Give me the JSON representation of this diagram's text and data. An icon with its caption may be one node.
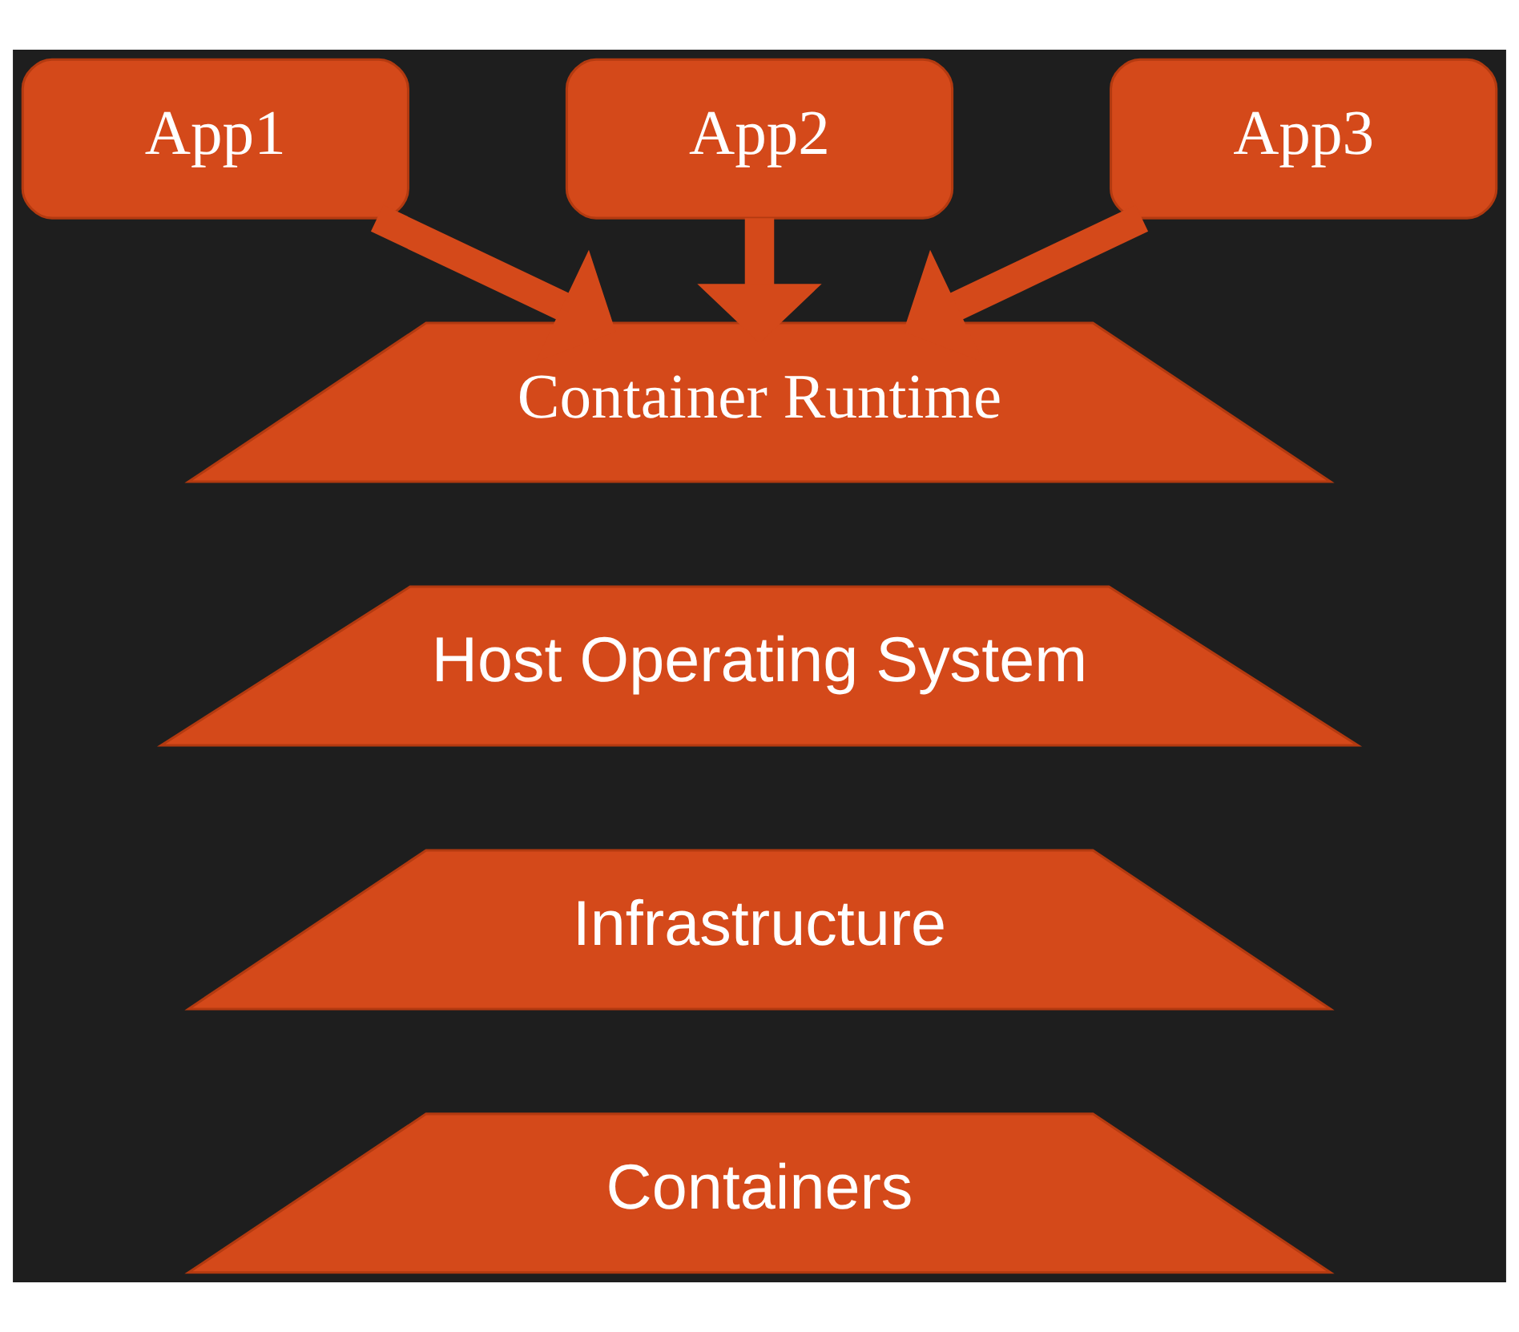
{
  "diagram": {
    "nodes": [
      {
        "text": [
          "App1"
        ]
      },
      {
        "text": [
          "App2"
        ]
      },
      {
        "text": [
          "App3"
        ]
      },
      {
        "text": [
          "Container Runtime"
        ]
      },
      {
        "text": [
          "Host Operating System"
        ]
      },
      {
        "text": [
          "Infrastructure"
        ]
      },
      {
        "text": [
          "Containers"
        ]
      }
    ],
    "edges": [
      {
        "from": 0,
        "to": 3,
        "arrow": "to"
      },
      {
        "from": 1,
        "to": 3,
        "arrow": "to"
      },
      {
        "from": 2,
        "to": 3,
        "arrow": "to"
      }
    ]
  }
}
